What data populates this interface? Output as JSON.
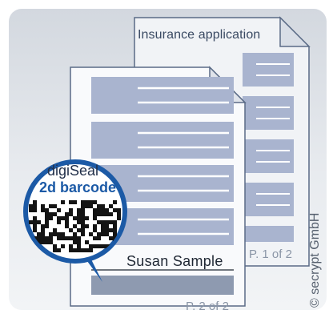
{
  "document_back": {
    "title": "Insurance application",
    "page_label": "P. 1 of 2"
  },
  "document_front": {
    "signer_name": "Susan Sample",
    "page_label": "P. 2 of 2"
  },
  "seal": {
    "title": "digiSeal",
    "subtitle": "2d barcode"
  },
  "copyright": "© secrypt GmbH",
  "colors": {
    "form_block": "#a9b4cf",
    "line": "#ffffff",
    "seal_ring": "#1c5aa6",
    "page_border": "#5a6b86"
  }
}
